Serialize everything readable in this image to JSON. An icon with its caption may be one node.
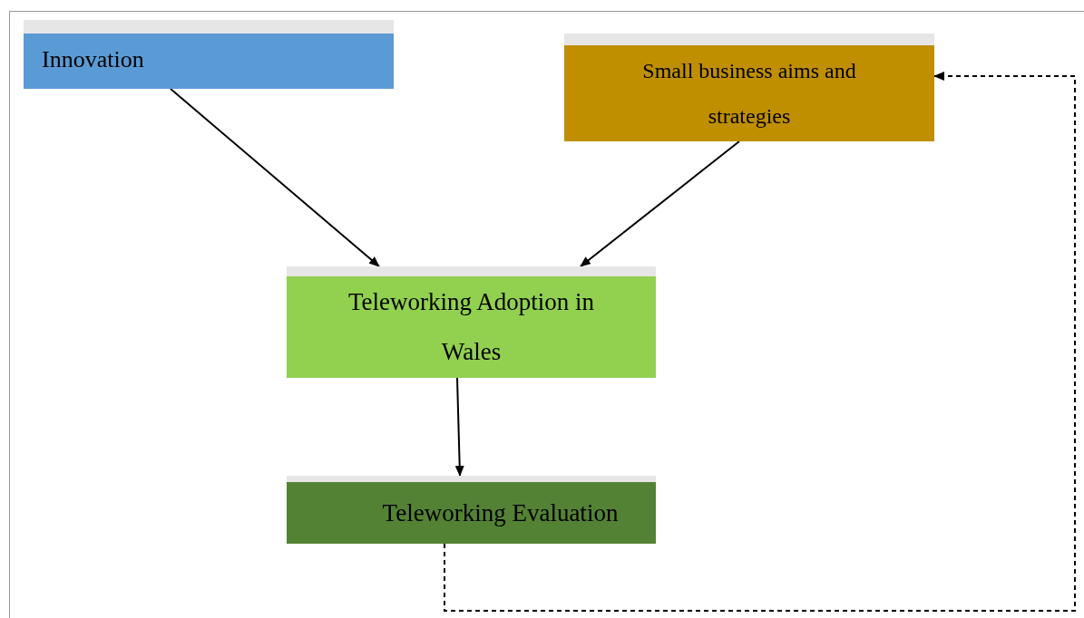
{
  "diagram": {
    "nodes": [
      {
        "text": [
          "Innovation"
        ]
      },
      {
        "text": [
          "Small business aims and strategies"
        ]
      },
      {
        "text": [
          "Teleworking Adoption in Wales"
        ]
      },
      {
        "text": [
          "Teleworking Evaluation"
        ]
      }
    ],
    "edges": [
      {
        "from": 0,
        "to": 2,
        "arrow": "to"
      },
      {
        "from": 1,
        "to": 2,
        "arrow": "to"
      },
      {
        "from": 2,
        "to": 3,
        "arrow": "to"
      },
      {
        "from": 3,
        "to": 1,
        "arrow": "to",
        "style": "dashed"
      }
    ]
  }
}
